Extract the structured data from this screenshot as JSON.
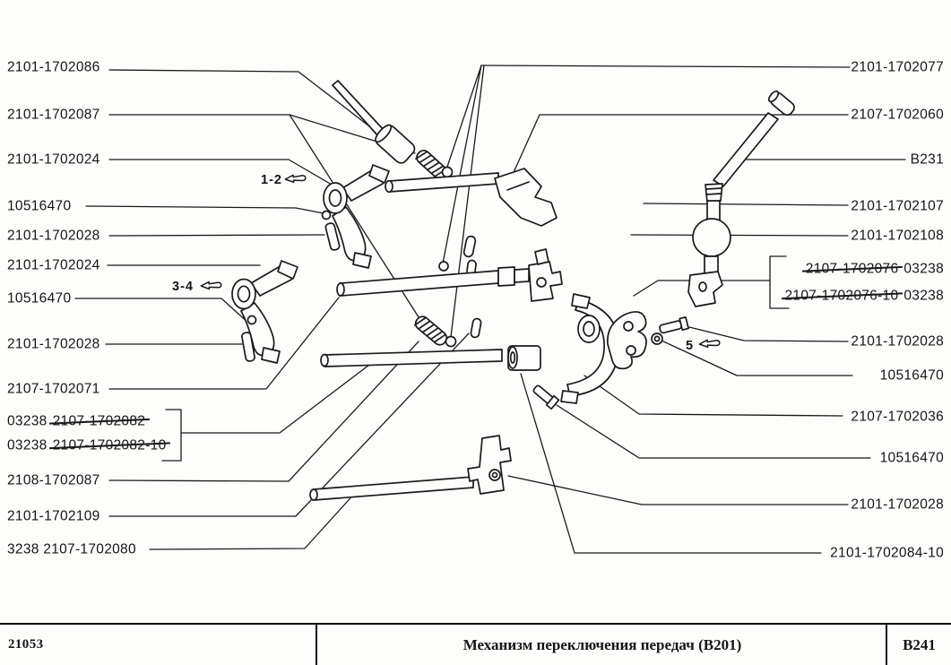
{
  "drawing_title": "Механизм переключения передач (В201)",
  "ink_color": "#1a1a1a",
  "labels_left": [
    {
      "text": "2101-1702086"
    },
    {
      "text": "2101-1702087"
    },
    {
      "text": "2101-1702024"
    },
    {
      "text": "10516470"
    },
    {
      "text": "2101-1702028"
    },
    {
      "text": "2101-1702024"
    },
    {
      "text": "10516470"
    },
    {
      "text": "2101-1702028"
    },
    {
      "text": "2107-1702071"
    },
    {
      "prefix": "03238",
      "struck": "2107-1702082"
    },
    {
      "prefix": "03238",
      "struck": "2107-1702082-10"
    },
    {
      "text": "2108-1702087"
    },
    {
      "text": "2101-1702109"
    },
    {
      "text": "3238 2107-1702080"
    }
  ],
  "labels_right": [
    {
      "text": "2101-1702077"
    },
    {
      "text": "2107-1702060"
    },
    {
      "text": "B231"
    },
    {
      "text": "2101-1702107"
    },
    {
      "text": "2101-1702108"
    },
    {
      "struck": "2107-1702076",
      "suffix": "03238"
    },
    {
      "struck": "2107-1702076-10",
      "suffix": "03238"
    },
    {
      "text": "2101-1702028"
    },
    {
      "text": "10516470"
    },
    {
      "text": "2107-1702036"
    },
    {
      "text": "10516470"
    },
    {
      "text": "2101-1702028"
    },
    {
      "text": "2101-1702084-10"
    }
  ],
  "annotations": {
    "gate_1_2": "1-2",
    "gate_3_4": "3-4",
    "gate_5": "5"
  },
  "title_block": {
    "model": "21053",
    "title": "Механизм переключения передач (В201)",
    "sheet": "B241"
  }
}
